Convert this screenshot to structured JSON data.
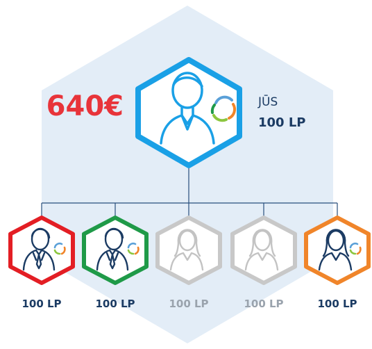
{
  "amount": "640€",
  "you": {
    "label": "JŪS",
    "points": "100 LP"
  },
  "members": [
    {
      "points": "100 LP",
      "person": "man",
      "border": "#e31e24",
      "active": true
    },
    {
      "points": "100 LP",
      "person": "man",
      "border": "#1f9a48",
      "active": true
    },
    {
      "points": "100 LP",
      "person": "woman",
      "border": "#c8c8c8",
      "active": false
    },
    {
      "points": "100 LP",
      "person": "woman",
      "border": "#c8c8c8",
      "active": false
    },
    {
      "points": "100 LP",
      "person": "woman",
      "border": "#f0852a",
      "active": true
    }
  ],
  "colors": {
    "accent_red": "#e8343a",
    "primary_blue": "#1aa0e6",
    "dark_navy": "#1b3b63",
    "bg_hex": "#e3edf7",
    "connector": "#274e7c",
    "inactive_gray": "#c3c3c3"
  },
  "icons": [
    "person-icon",
    "recycle-icon"
  ]
}
